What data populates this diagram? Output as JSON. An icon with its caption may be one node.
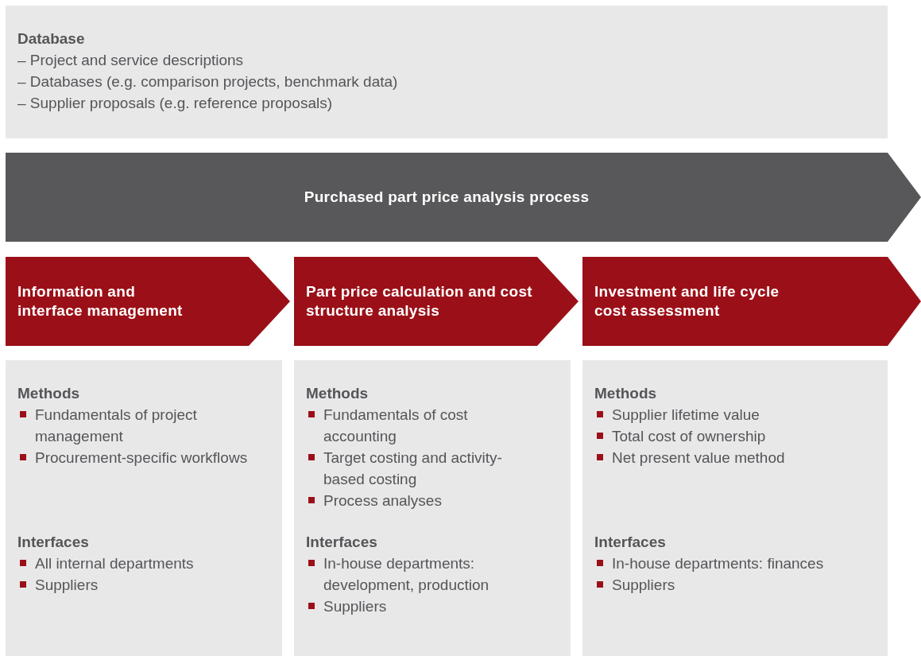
{
  "diagram": {
    "nodes": [
      {
        "text": [
          "Database",
          "– Project and service descriptions",
          "– Databases (e.g. comparison projects, benchmark data)",
          "– Supplier proposals (e.g. reference proposals)"
        ]
      },
      {
        "text": [
          "Purchased part price analysis process"
        ]
      },
      {
        "text": [
          "Information and interface management"
        ]
      },
      {
        "text": [
          "Part price calculation and cost structure analysis"
        ]
      },
      {
        "text": [
          "Investment and life cycle cost assessment"
        ]
      },
      {
        "text": [
          "Methods",
          "Fundamentals of project management",
          "Procurement-specific workflows",
          "Interfaces",
          "All internal departments",
          "Suppliers"
        ]
      },
      {
        "text": [
          "Methods",
          "Fundamentals of cost accounting",
          "Target costing and activity-based costing",
          "Process analyses",
          "Interfaces",
          "In-house departments: development, production",
          "Suppliers"
        ]
      },
      {
        "text": [
          "Methods",
          "Supplier lifetime value",
          "Total cost of ownership",
          "Net present value method",
          "Interfaces",
          "In-house departments: finances",
          "Suppliers"
        ]
      }
    ]
  }
}
